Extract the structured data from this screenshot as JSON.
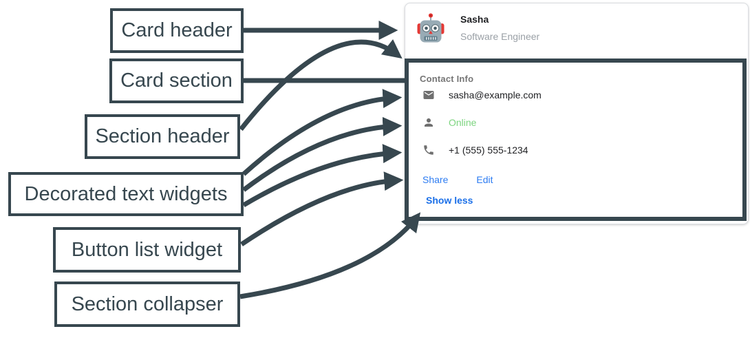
{
  "colors": {
    "annotation": "#37474f",
    "card-border": "#dadce0",
    "text": "#202124",
    "subtitle": "#9aa0a6",
    "muted": "#757575",
    "icon": "#6f6f6f",
    "link": "#2d7cf2",
    "link-strong": "#1a6fe8",
    "online": "#7cd47f",
    "avatar-red": "#e53935",
    "avatar-gray": "#98abb5"
  },
  "labels": [
    {
      "id": "card-header",
      "text": "Card header"
    },
    {
      "id": "card-section",
      "text": "Card section"
    },
    {
      "id": "section-header",
      "text": "Section header"
    },
    {
      "id": "decorated-text-widgets",
      "text": "Decorated text widgets"
    },
    {
      "id": "button-list-widget",
      "text": "Button list widget"
    },
    {
      "id": "section-collapser",
      "text": "Section collapser"
    }
  ],
  "card": {
    "header": {
      "title": "Sasha",
      "subtitle": "Software Engineer",
      "avatar_icon": "robot-avatar"
    },
    "section": {
      "title": "Contact Info",
      "rows": [
        {
          "icon": "mail-icon",
          "text": "sasha@example.com",
          "style": "default"
        },
        {
          "icon": "person-icon",
          "text": "Online",
          "style": "online"
        },
        {
          "icon": "phone-icon",
          "text": "+1 (555) 555-1234",
          "style": "default"
        }
      ],
      "buttons": [
        {
          "label": "Share"
        },
        {
          "label": "Edit"
        }
      ],
      "collapser_label": "Show less"
    }
  }
}
